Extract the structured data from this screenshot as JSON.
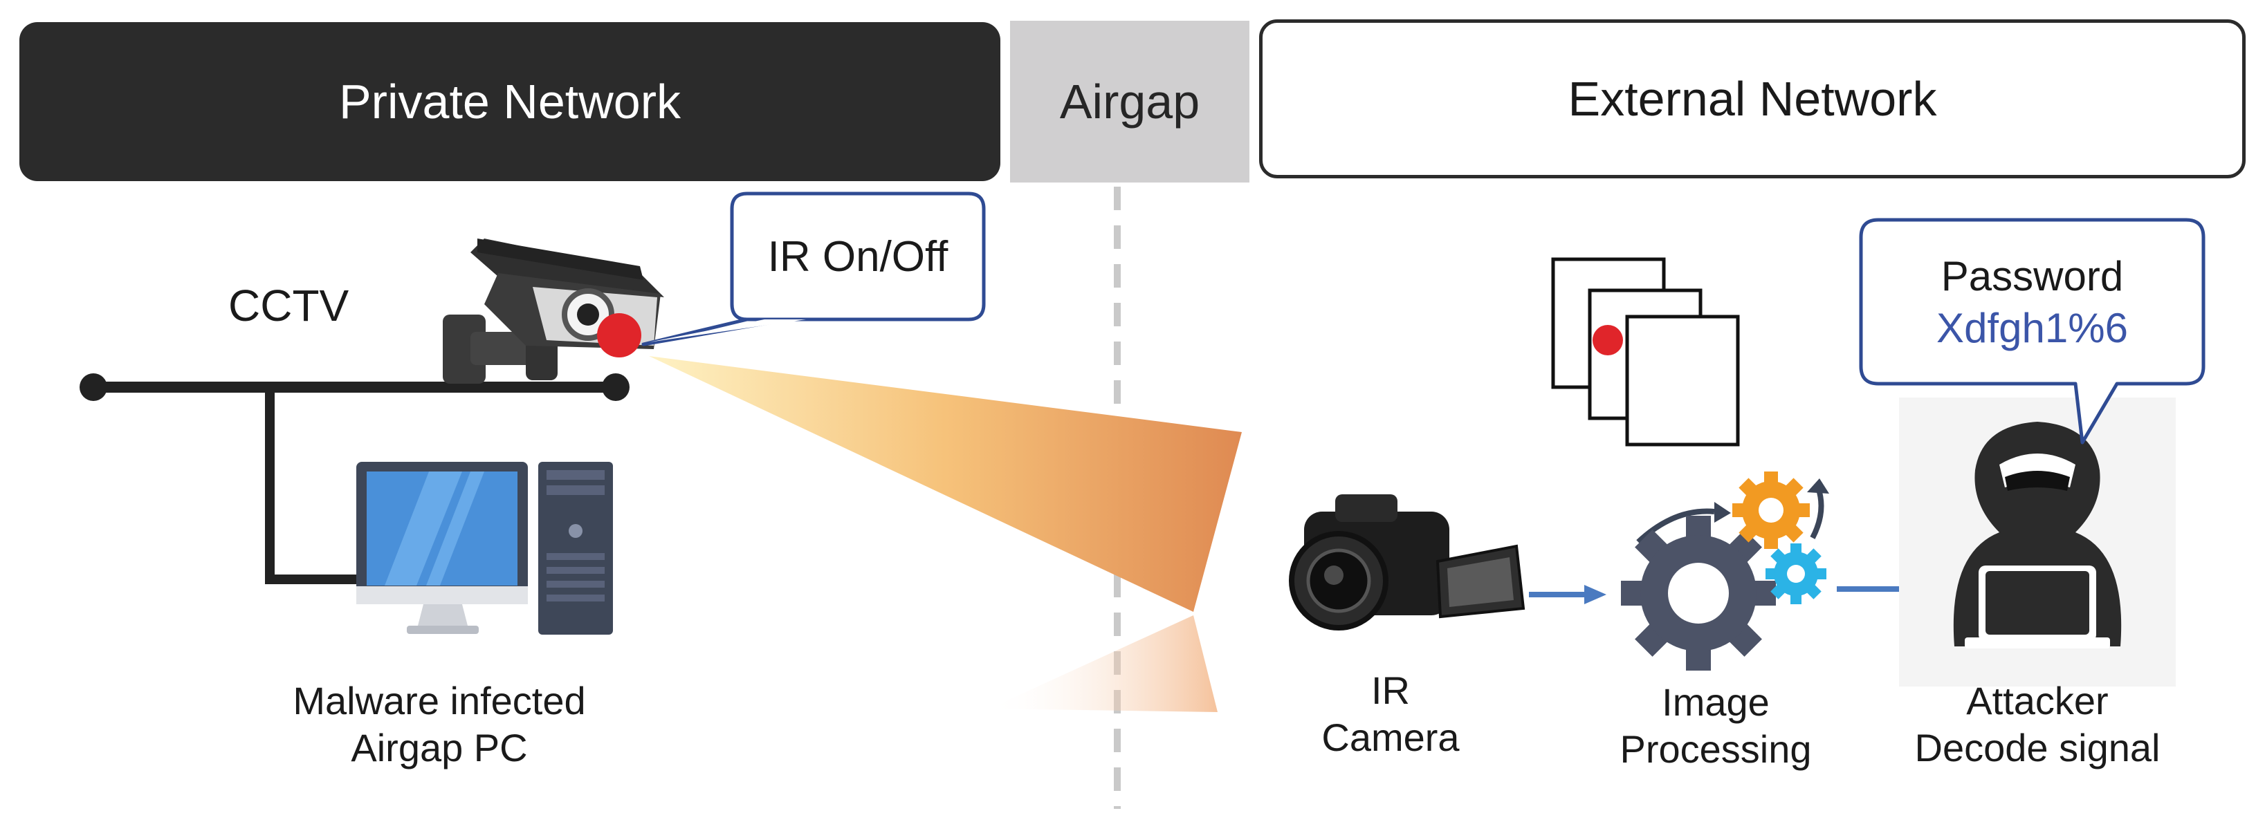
{
  "headers": {
    "private": "Private Network",
    "airgap": "Airgap",
    "external": "External Network"
  },
  "cctv": {
    "label": "CCTV",
    "bubble": "IR On/Off"
  },
  "pc": {
    "line1": "Malware infected",
    "line2": "Airgap PC"
  },
  "camera": {
    "line1": "IR",
    "line2": "Camera"
  },
  "processing": {
    "line1": "Image",
    "line2": "Processing"
  },
  "attacker": {
    "line1": "Attacker",
    "line2": "Decode signal",
    "bubble_title": "Password",
    "bubble_value": "Xdfgh1%6"
  },
  "colors": {
    "dark": "#2b2b2b",
    "airgap_gray": "#d0cfd0",
    "bubble_border": "#2f4b93",
    "password_blue": "#3b55a8",
    "beam_start": "#fde9a8",
    "beam_end": "#df8a52",
    "ir_red": "#e0252a",
    "monitor_blue": "#4a90d9",
    "gear_dark": "#4c5367",
    "gear_orange": "#f29a22",
    "gear_cyan": "#2bb3e6",
    "arrow_blue": "#4a7ac0"
  },
  "icons": [
    "cctv-camera-icon",
    "monitor-icon",
    "pc-tower-icon",
    "dslr-camera-icon",
    "image-frames-icon",
    "gears-icon",
    "hacker-icon"
  ]
}
